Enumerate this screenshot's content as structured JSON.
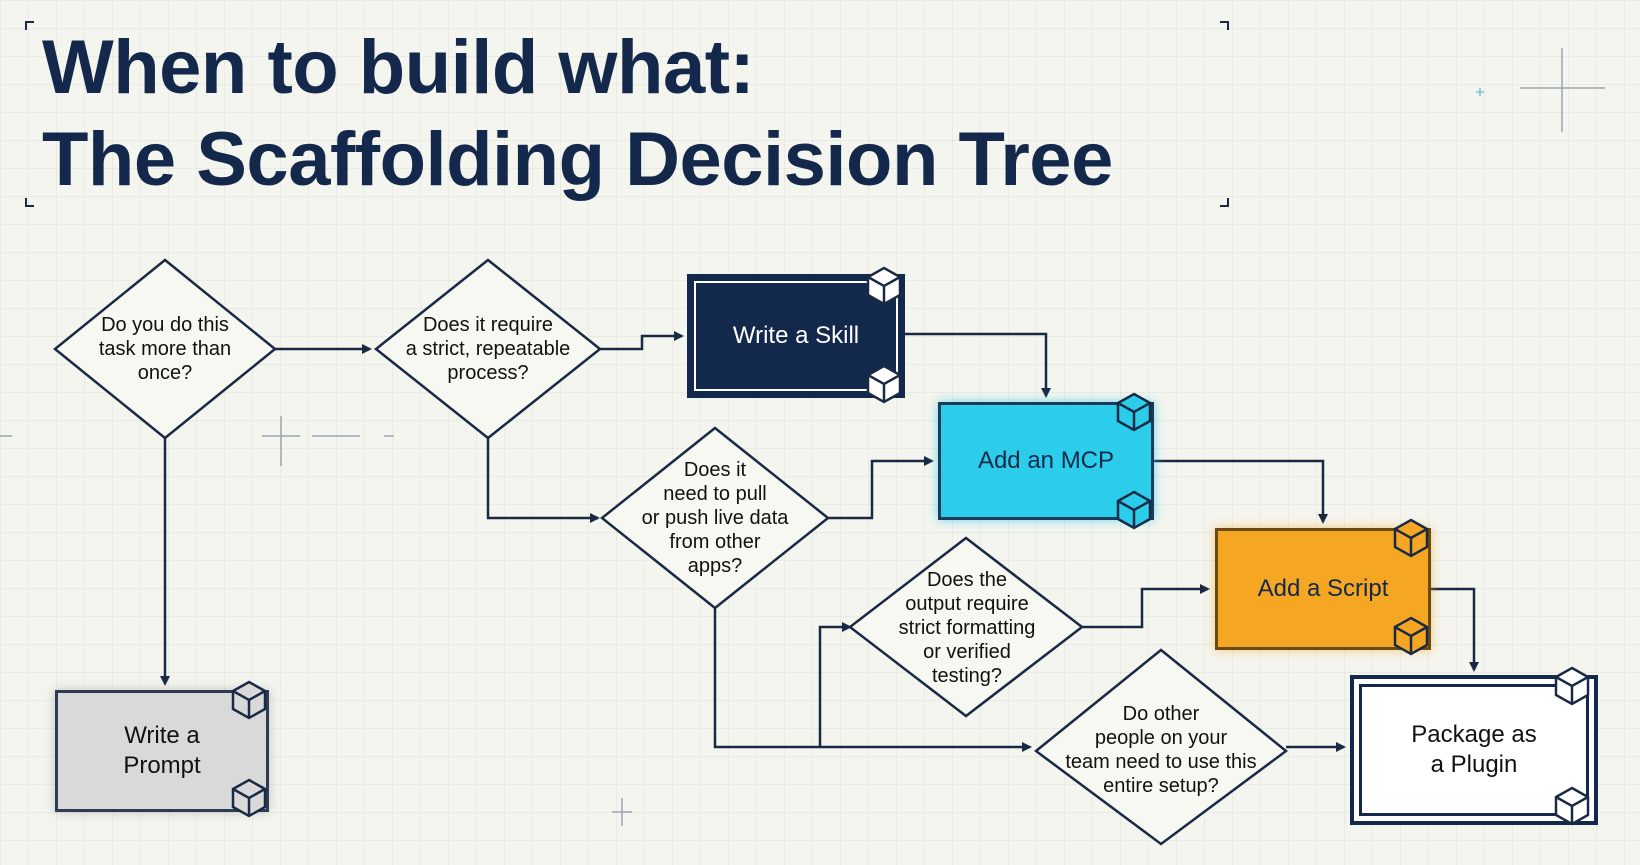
{
  "title": {
    "line1": "When to build what:",
    "line2": "The Scaffolding Decision Tree"
  },
  "decisions": {
    "d1": [
      "Do you do this",
      "task more than",
      "once?"
    ],
    "d2": [
      "Does it require",
      "a strict, repeatable",
      "process?"
    ],
    "d3": [
      "Does it",
      "need to pull",
      "or push live data",
      "from other",
      "apps?"
    ],
    "d4": [
      "Does the",
      "output require",
      "strict formatting",
      "or verified",
      "testing?"
    ],
    "d5": [
      "Do other",
      "people on your",
      "team need to use this",
      "entire setup?"
    ]
  },
  "outcomes": {
    "skill": "Write a Skill",
    "mcp": "Add an MCP",
    "script": "Add a Script",
    "prompt": [
      "Write a",
      "Prompt"
    ],
    "plugin": [
      "Package as",
      "a Plugin"
    ]
  },
  "colors": {
    "navy": "#13294b",
    "cyan": "#2bcdea",
    "orange": "#f5a623",
    "gray": "#d9d9d9",
    "background": "#f5f5ef"
  },
  "icons": [
    "cube-icon"
  ]
}
